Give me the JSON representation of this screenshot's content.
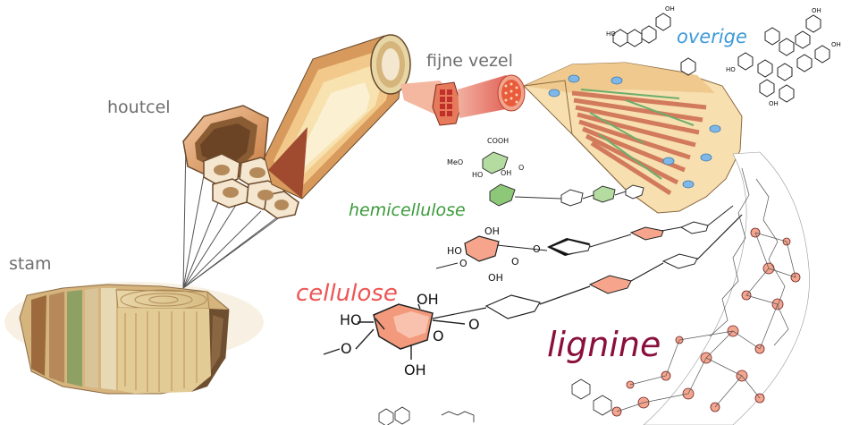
{
  "labels": {
    "stam": "stam",
    "houtcel": "houtcel",
    "fijne_vezel": "fijne vezel",
    "overige": "overige",
    "hemicellulose": "hemicellulose",
    "cellulose": "cellulose",
    "lignine": "lignine"
  },
  "atoms": {
    "oh": "OH",
    "ho": "HO",
    "o": "O",
    "meo": "MeO",
    "cooh": "COOH"
  },
  "colors": {
    "overige": "#3d9ad8",
    "hemicellulose": "#3a9a3a",
    "cellulose": "#ee5555",
    "lignine": "#8a0f3c",
    "label_gray": "#6e6e6e",
    "wood": "#c9a66b",
    "bark": "#7a5a3a",
    "fiber_pink": "#e8726a"
  }
}
